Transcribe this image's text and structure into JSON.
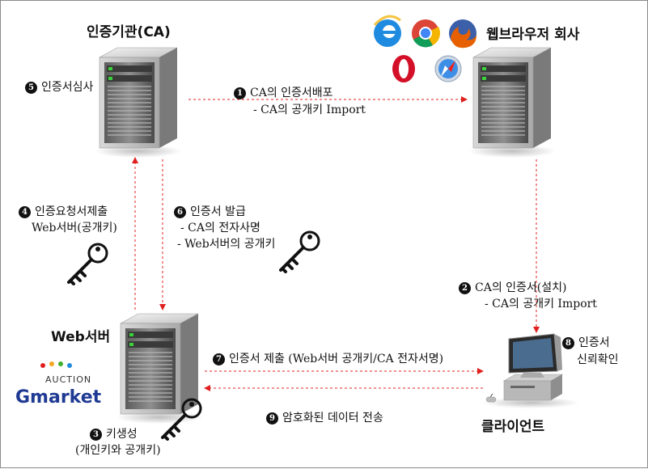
{
  "nodes": {
    "ca": "인증기관(CA)",
    "browser": "웹브라우저 회사",
    "webserver": "Web서버",
    "client": "클라이언트"
  },
  "logos": {
    "auction": "AUCTION",
    "gmarket": "Gmarket"
  },
  "steps": {
    "s1": {
      "num": "1",
      "title": "CA의 인증서배포",
      "sub": "- CA의 공개키 Import"
    },
    "s2": {
      "num": "2",
      "title": "CA의 인증서(설치)",
      "sub": "- CA의 공개키 Import"
    },
    "s3": {
      "num": "3",
      "title": "키생성",
      "sub": "(개인키와 공개키)"
    },
    "s4": {
      "num": "4",
      "title": "인증요청서제출",
      "sub": "Web서버(공개키)"
    },
    "s5": {
      "num": "5",
      "title": "인증서심사"
    },
    "s6": {
      "num": "6",
      "title": "인증서 발급",
      "sub1": "- CA의 전자사명",
      "sub2": "- Web서버의 공개키"
    },
    "s7": {
      "num": "7",
      "title": "인증서 제출 (Web서버 공개키/CA 전자서명)"
    },
    "s8": {
      "num": "8",
      "title": "인증서",
      "sub": "신뢰확인"
    },
    "s9": {
      "num": "9",
      "title": "암호화된 데이터 전송"
    }
  },
  "icons": [
    "server-icon",
    "desktop-computer-icon",
    "key-icon",
    "internet-explorer-icon",
    "chrome-icon",
    "firefox-icon",
    "opera-icon",
    "safari-icon"
  ],
  "colors": {
    "arrow": "#e02020",
    "key": "#111111",
    "gmarket_blue": "#1f3a93",
    "gmarket_green": "#3fae2a"
  }
}
